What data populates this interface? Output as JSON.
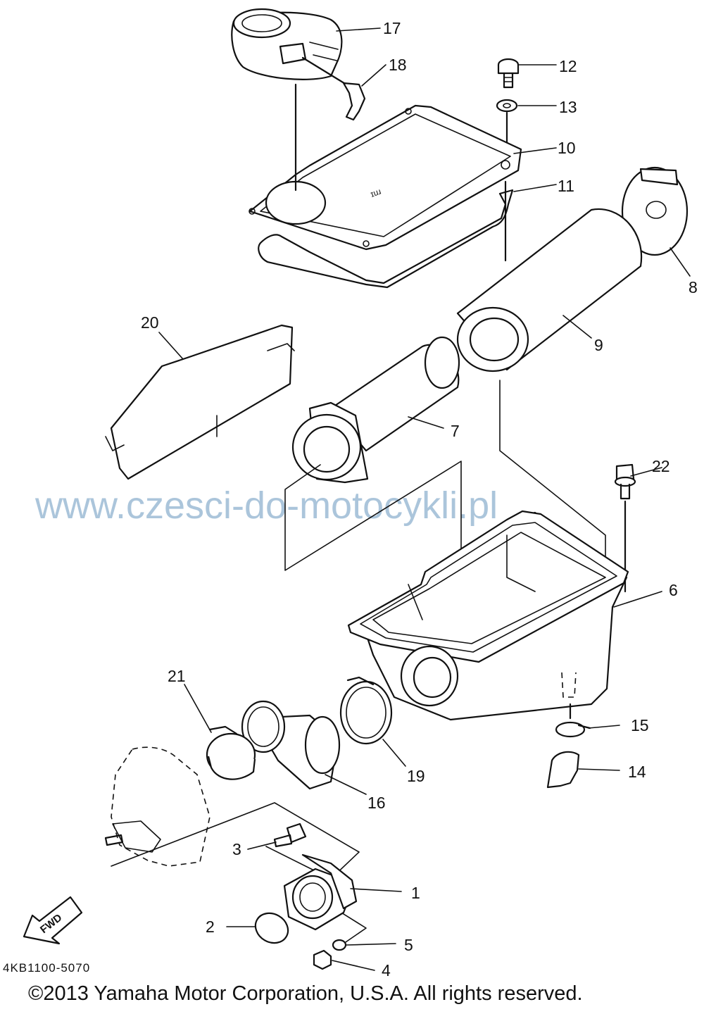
{
  "callouts": [
    {
      "id": "1",
      "label": "1"
    },
    {
      "id": "2",
      "label": "2"
    },
    {
      "id": "3",
      "label": "3"
    },
    {
      "id": "4",
      "label": "4"
    },
    {
      "id": "5",
      "label": "5"
    },
    {
      "id": "6",
      "label": "6"
    },
    {
      "id": "7",
      "label": "7"
    },
    {
      "id": "8",
      "label": "8"
    },
    {
      "id": "9",
      "label": "9"
    },
    {
      "id": "10",
      "label": "10"
    },
    {
      "id": "11",
      "label": "11"
    },
    {
      "id": "12",
      "label": "12"
    },
    {
      "id": "13",
      "label": "13"
    },
    {
      "id": "14",
      "label": "14"
    },
    {
      "id": "15",
      "label": "15"
    },
    {
      "id": "16",
      "label": "16"
    },
    {
      "id": "17",
      "label": "17"
    },
    {
      "id": "18",
      "label": "18"
    },
    {
      "id": "19",
      "label": "19"
    },
    {
      "id": "20",
      "label": "20"
    },
    {
      "id": "21",
      "label": "21"
    },
    {
      "id": "22",
      "label": "22"
    }
  ],
  "watermark": "www.czesci-do-motocykli.pl",
  "drawing_code": "4KB1100-5070",
  "copyright": "©2013 Yamaha Motor Corporation, U.S.A. All rights reserved.",
  "fwd_label": "FWD",
  "cover_marking": "ɪuɹ"
}
